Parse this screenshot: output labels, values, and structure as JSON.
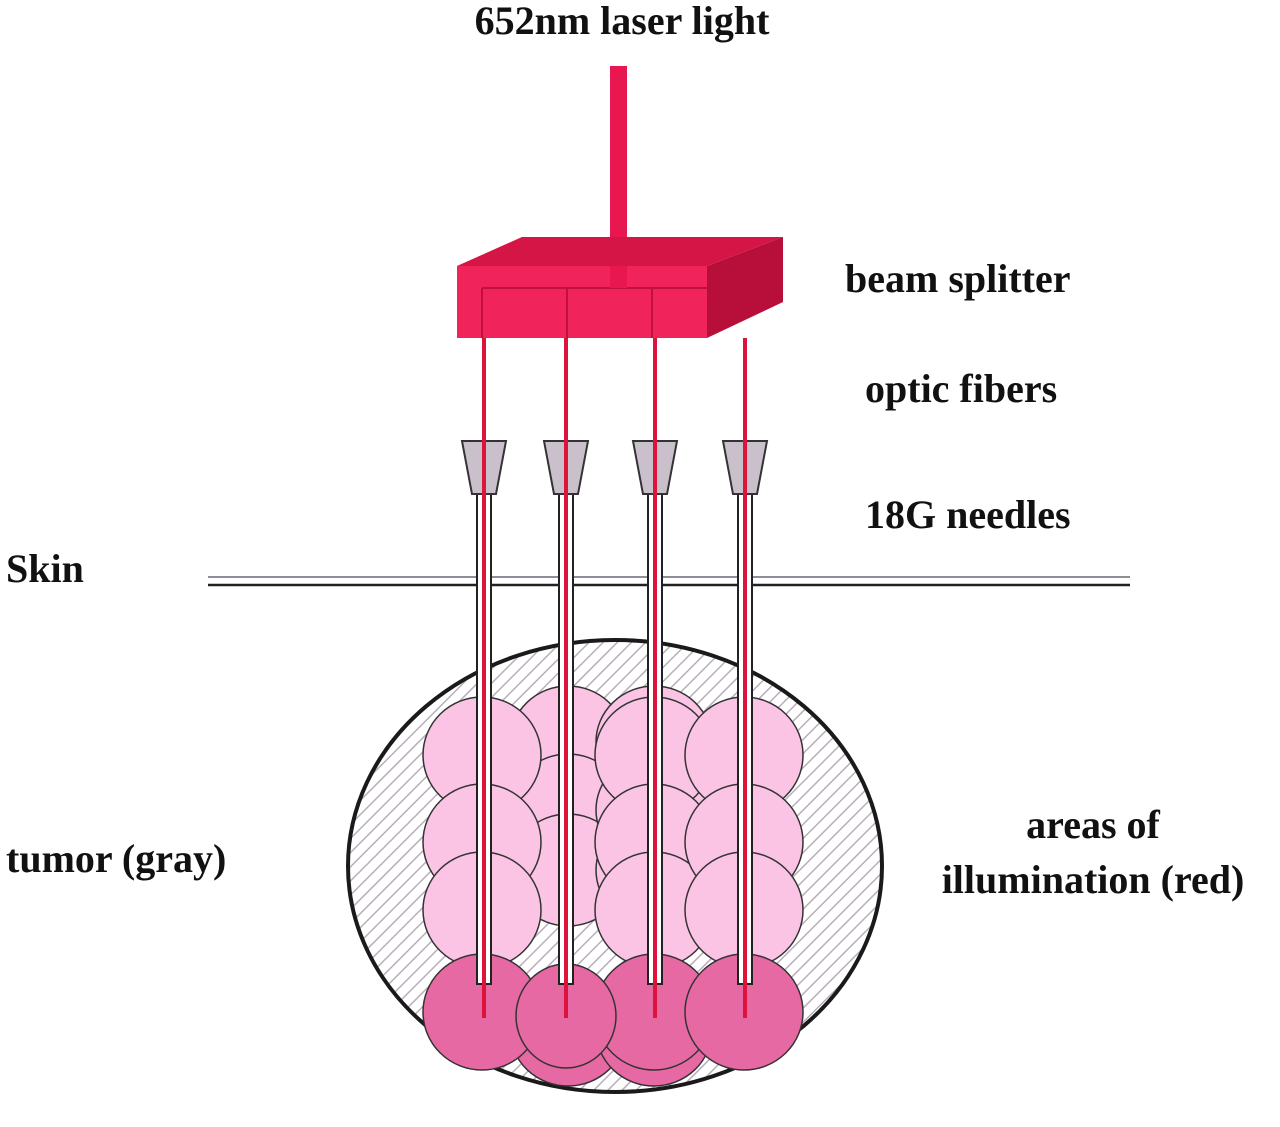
{
  "labels": {
    "laser": "652nm laser light",
    "beam_splitter": "beam splitter",
    "optic_fibers": "optic fibers",
    "needles": "18G needles",
    "skin": "Skin",
    "tumor": "tumor (gray)",
    "areas_line1": "areas of",
    "areas_line2": "illumination (red)"
  },
  "needle_count": 4,
  "illumination_rows_per_needle": 4,
  "colors": {
    "laser_red": "#e8174f",
    "splitter_front": "#f0245a",
    "splitter_top": "#d41546",
    "splitter_side": "#b80f3a",
    "fiber": "#dc143c",
    "needle_hub": "#c9c0cc",
    "skin_line": "#8f8f99",
    "tumor_hatch": "#b9aebb",
    "illum_light": "#fbc4e5",
    "illum_dark": "#e769a4",
    "outline": "#333333"
  }
}
